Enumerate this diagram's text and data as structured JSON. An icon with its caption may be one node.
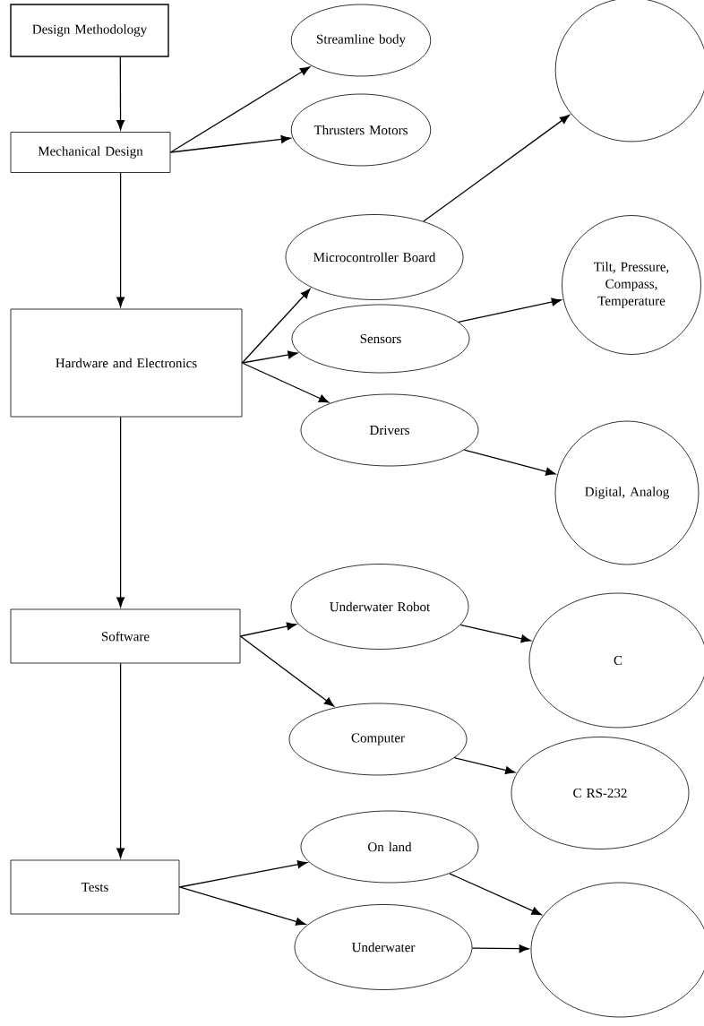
{
  "diagram": {
    "nodes": [
      {
        "text": [
          "Design Methodology"
        ]
      },
      {
        "text": [
          "Streamline body"
        ]
      },
      {
        "text": [
          "Mechanical Design"
        ]
      },
      {
        "text": [
          "Thrusters Motors"
        ]
      },
      {
        "text": [],
        "shape": "circle"
      },
      {
        "text": [
          "Microcontroller Board"
        ]
      },
      {
        "text": [
          "Tilt, Pressure, Compass, Temperature"
        ]
      },
      {
        "text": [
          "Hardware and Electronics"
        ]
      },
      {
        "text": [
          "Sensors"
        ]
      },
      {
        "text": [
          "Drivers"
        ]
      },
      {
        "text": [
          "Digital, Analog"
        ]
      },
      {
        "text": [
          "Underwater Robot"
        ]
      },
      {
        "text": [
          "Software"
        ]
      },
      {
        "text": [
          "C"
        ]
      },
      {
        "text": [
          "Computer"
        ]
      },
      {
        "text": [
          "C RS-232"
        ]
      },
      {
        "text": [
          "On land"
        ]
      },
      {
        "text": [
          "Tests"
        ]
      },
      {
        "text": [
          "Underwater"
        ]
      },
      {
        "text": [],
        "shape": "circle"
      }
    ],
    "edges": [
      {
        "from": 0,
        "to": 2,
        "arrow": "to"
      },
      {
        "from": 2,
        "to": 1,
        "arrow": "to"
      },
      {
        "from": 2,
        "to": 3,
        "arrow": "to"
      },
      {
        "from": 2,
        "to": 7,
        "arrow": "to"
      },
      {
        "from": 5,
        "to": 4,
        "arrow": "to"
      },
      {
        "from": 7,
        "to": 5,
        "arrow": "to"
      },
      {
        "from": 7,
        "to": 8,
        "arrow": "to"
      },
      {
        "from": 7,
        "to": 9,
        "arrow": "to"
      },
      {
        "from": 8,
        "to": 6,
        "arrow": "to"
      },
      {
        "from": 9,
        "to": 10,
        "arrow": "to"
      },
      {
        "from": 7,
        "to": 12,
        "arrow": "to"
      },
      {
        "from": 12,
        "to": 11,
        "arrow": "to"
      },
      {
        "from": 12,
        "to": 14,
        "arrow": "to"
      },
      {
        "from": 11,
        "to": 13,
        "arrow": "to"
      },
      {
        "from": 14,
        "to": 15,
        "arrow": "to"
      },
      {
        "from": 12,
        "to": 17,
        "arrow": "to"
      },
      {
        "from": 17,
        "to": 16,
        "arrow": "to"
      },
      {
        "from": 17,
        "to": 18,
        "arrow": "to"
      },
      {
        "from": 16,
        "to": 19,
        "arrow": "to"
      },
      {
        "from": 18,
        "to": 19,
        "arrow": "to"
      }
    ]
  }
}
